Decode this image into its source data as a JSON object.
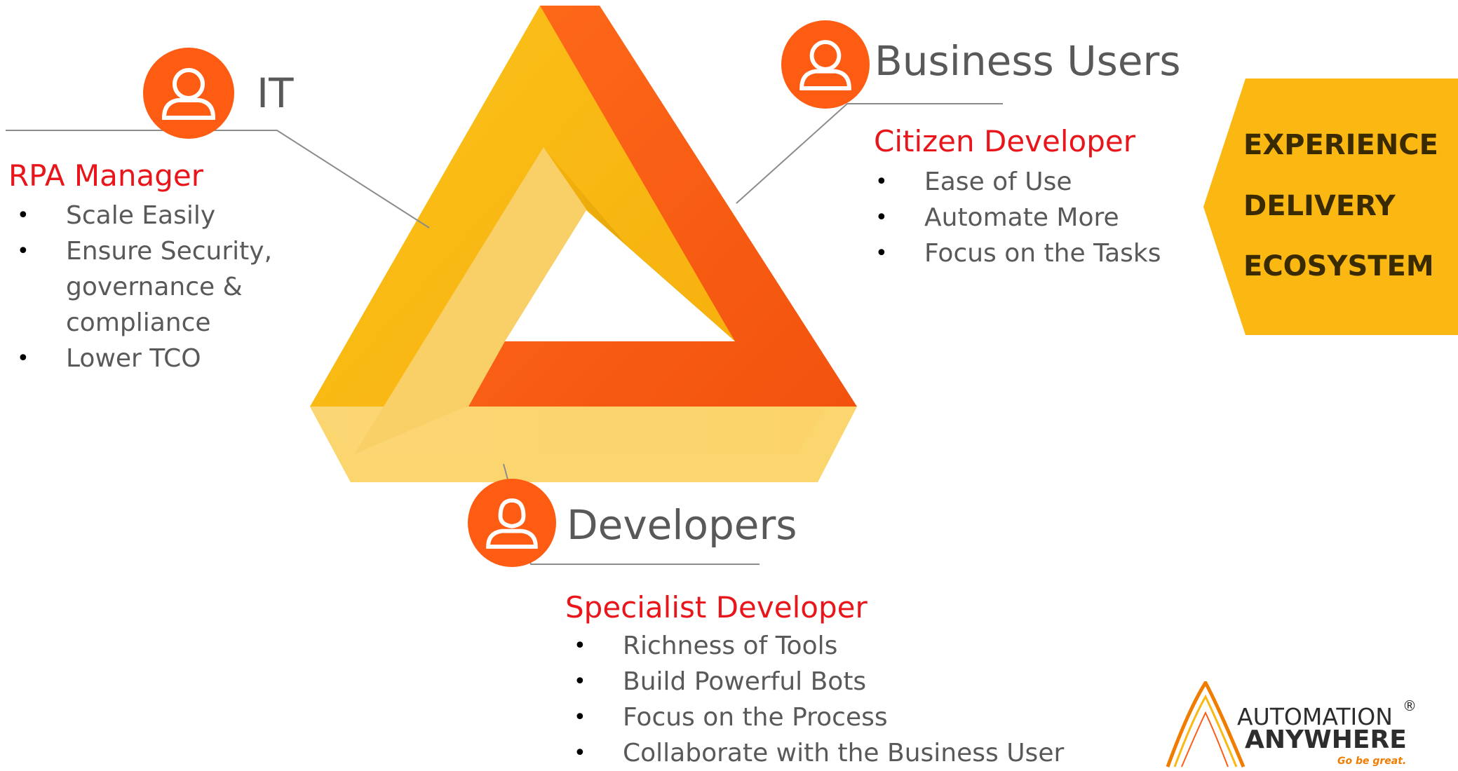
{
  "roles": {
    "it": {
      "title": "IT",
      "subtitle": "RPA Manager",
      "bullets": [
        "Scale Easily",
        "Ensure Security,",
        "governance &",
        "compliance",
        "Lower TCO"
      ]
    },
    "business": {
      "title": "Business Users",
      "subtitle": "Citizen Developer",
      "bullets": [
        "Ease of Use",
        "Automate More",
        "Focus on the Tasks"
      ]
    },
    "developers": {
      "title": "Developers",
      "subtitle": "Specialist Developer",
      "bullets": [
        "Richness of Tools",
        "Build Powerful Bots",
        "Focus on the Process",
        "Collaborate with the Business User"
      ]
    }
  },
  "bullet_symbol": "•",
  "banner": {
    "items": [
      "EXPERIENCE",
      "DELIVERY",
      "ECOSYSTEM"
    ],
    "color": "#fbb812"
  },
  "logo": {
    "line1": "AUTOMATION",
    "line2": "ANYWHERE",
    "registered": "®",
    "tagline": "Go be great."
  },
  "colors": {
    "orange": "#fe5b13",
    "yellow": "#fbb812",
    "pale_yellow": "#fbd56d",
    "red_text": "#e8161b",
    "grey_text": "#595959"
  },
  "icons": [
    "person-icon-male",
    "person-icon-female"
  ]
}
